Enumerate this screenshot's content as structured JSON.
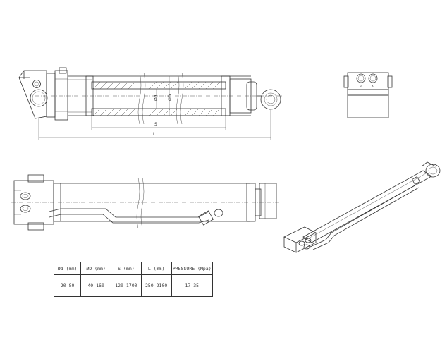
{
  "dimensions": {
    "rod_diameter_label": "Ød",
    "bore_diameter_label": "ØD",
    "stroke_label": "S",
    "length_label": "L",
    "port_a_label": "B",
    "port_b_label": "A"
  },
  "spec_table": {
    "headers": [
      "Ød (mm)",
      "ØD (mm)",
      "S (mm)",
      "L (mm)",
      "PRESSURE (Mpa)"
    ],
    "values": [
      "20-80",
      "40-160",
      "120-1700",
      "250-2100",
      "17-35"
    ]
  }
}
